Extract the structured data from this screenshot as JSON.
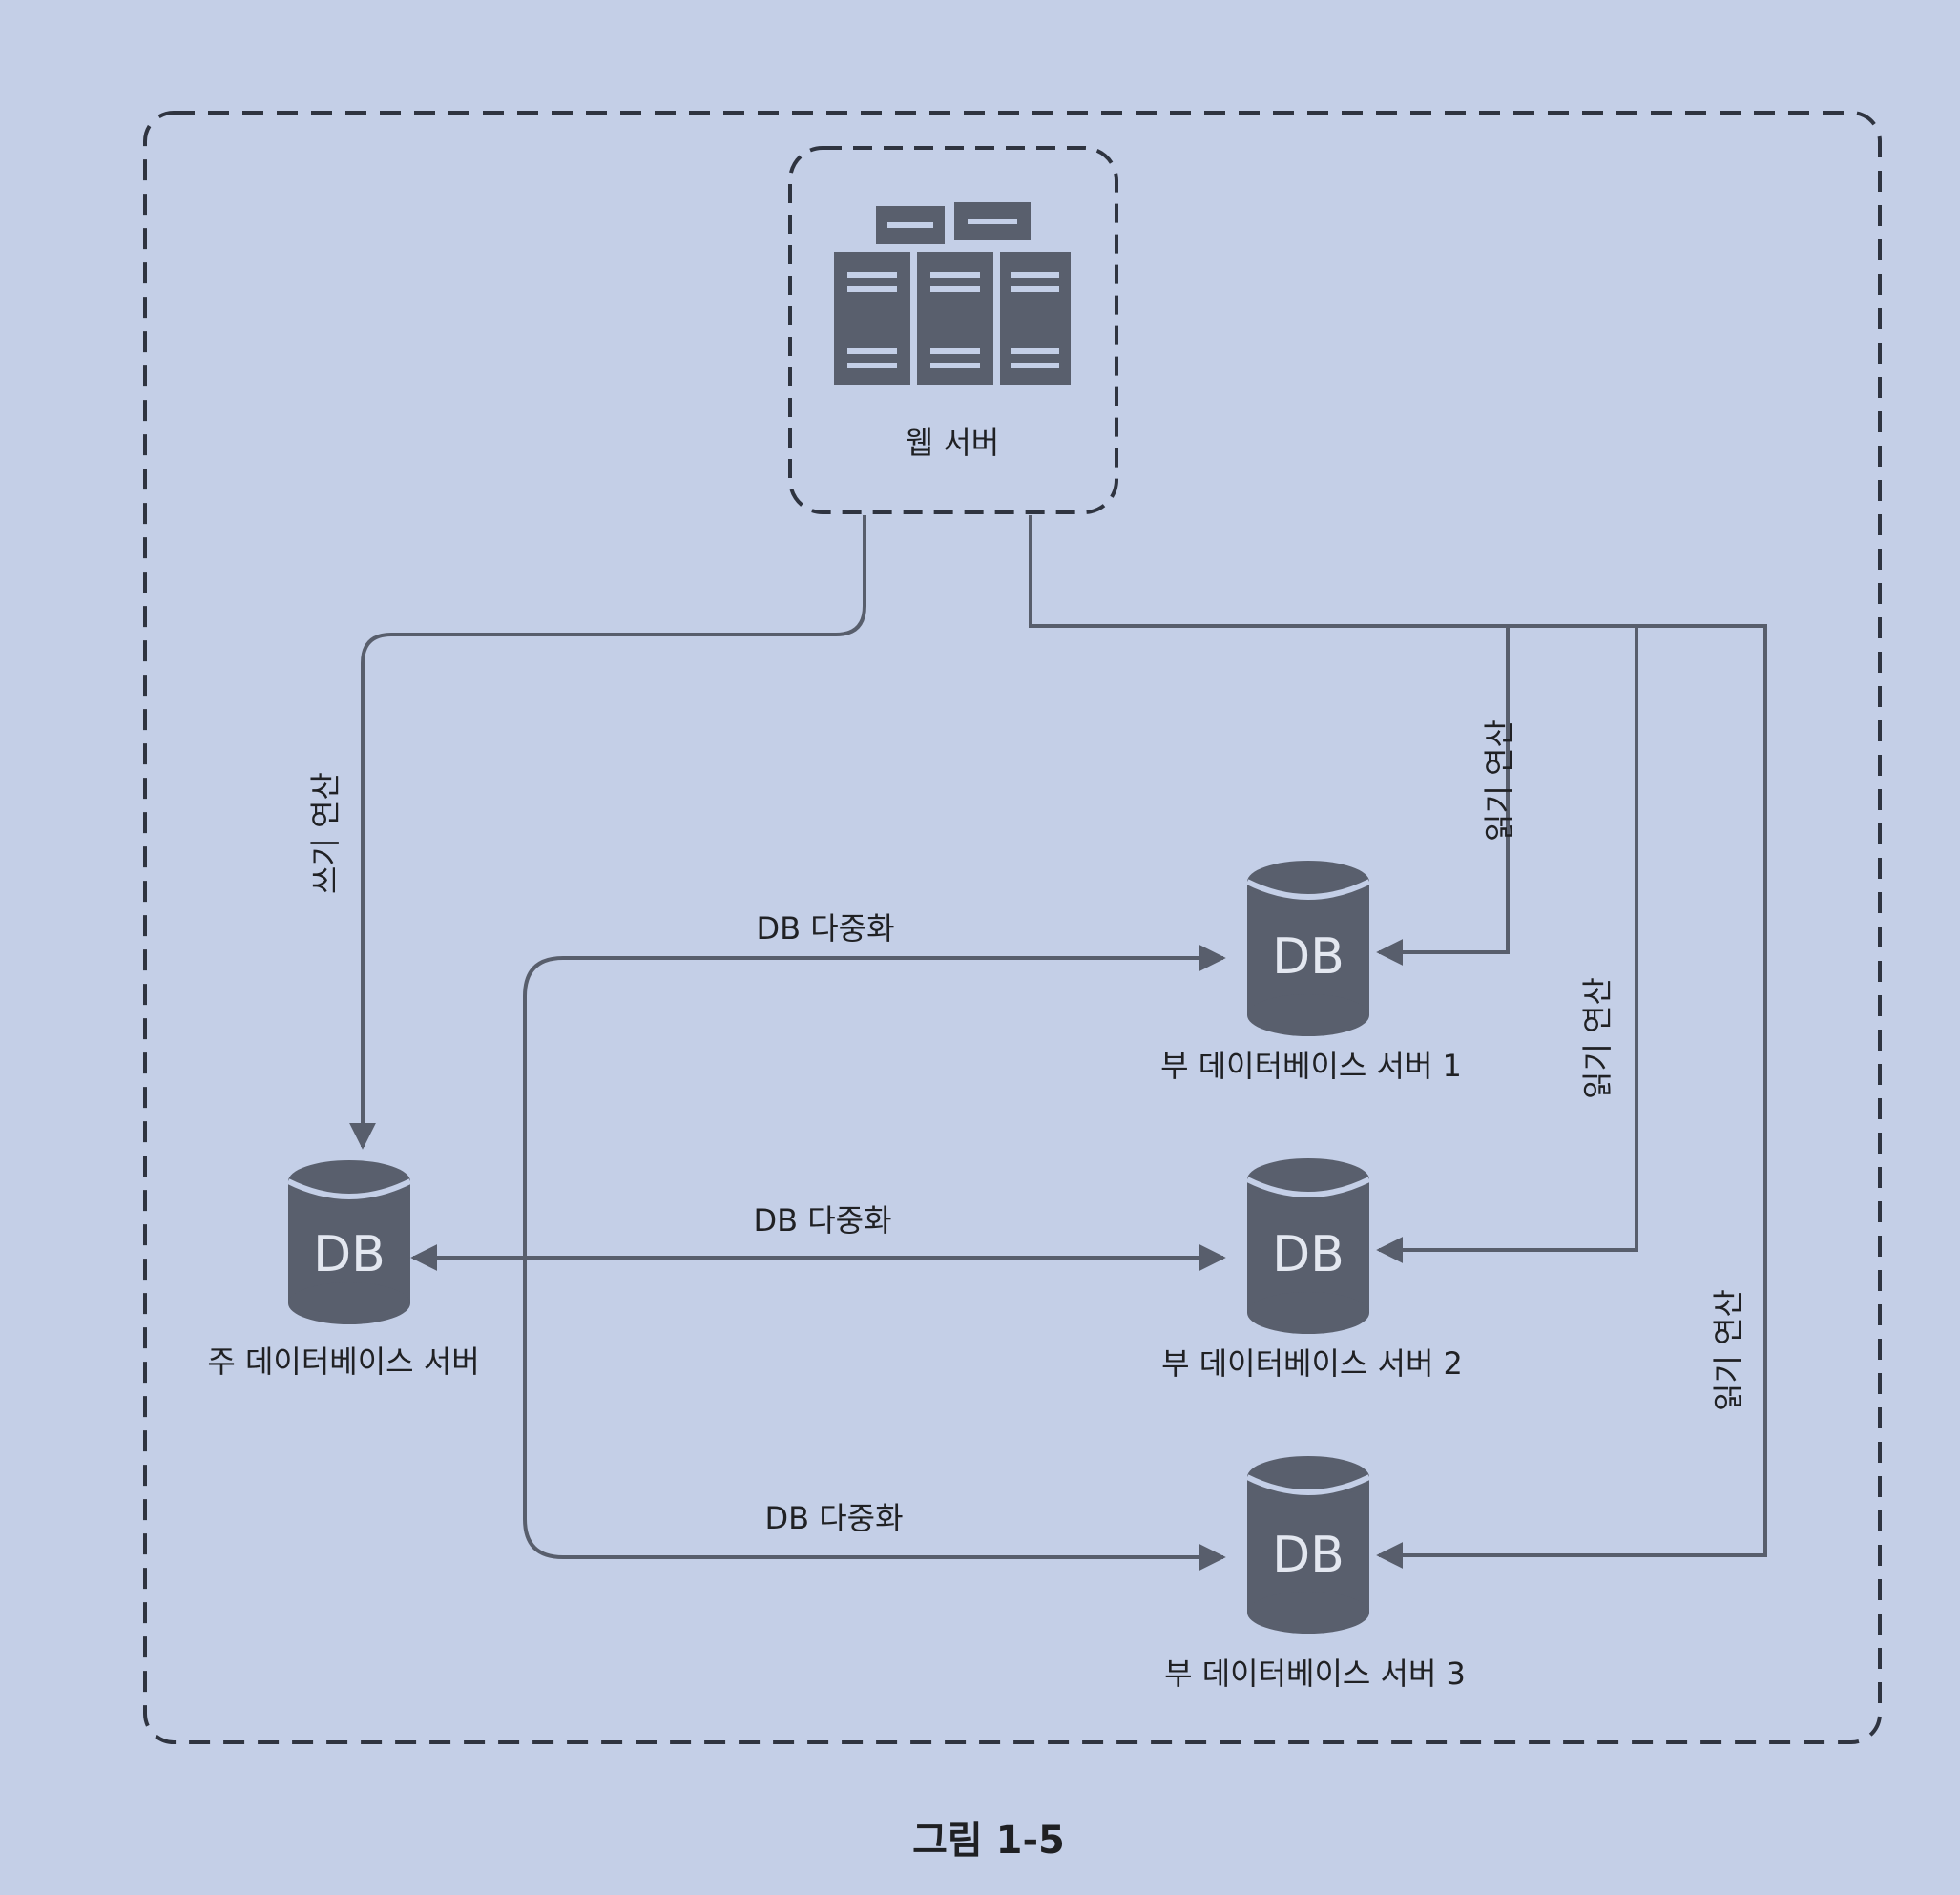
{
  "web_server": {
    "label": "웹 서버",
    "icon": "server-rack-icon"
  },
  "databases": {
    "master": {
      "icon_text": "DB",
      "label": "주 데이터베이스 서버"
    },
    "slave_1": {
      "icon_text": "DB",
      "label": "부 데이터베이스 서버 1"
    },
    "slave_2": {
      "icon_text": "DB",
      "label": "부 데이터베이스 서버 2"
    },
    "slave_3": {
      "icon_text": "DB",
      "label": "부 데이터베이스 서버 3"
    }
  },
  "edges": {
    "write": "쓰기 연산",
    "read_1": "읽기 연산",
    "read_2": "읽기 연산",
    "read_3": "읽기 연산",
    "replication_1": "DB 다중화",
    "replication_2": "DB 다중화",
    "replication_3": "DB 다중화"
  },
  "caption": "그림 1-5",
  "colors": {
    "background": "#c4cfe7",
    "icon": "#595f6d",
    "line": "#585e6c",
    "dashed_border": "#2f3440",
    "text": "#202124"
  }
}
